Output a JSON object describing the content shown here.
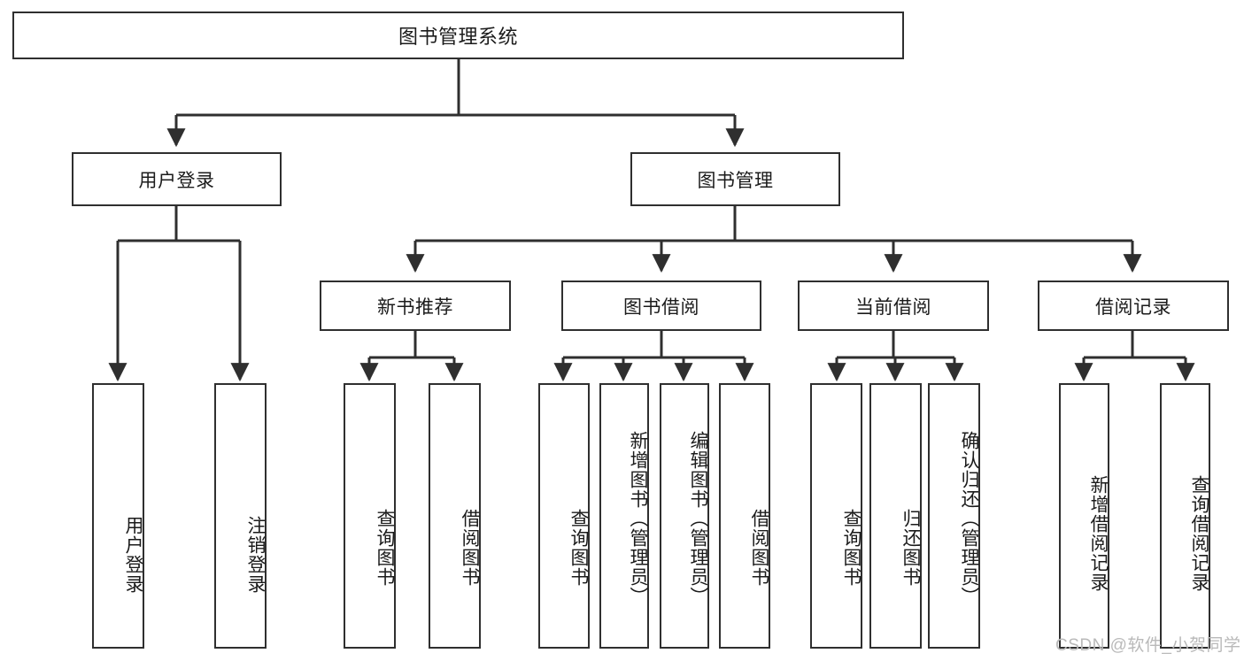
{
  "diagram": {
    "type": "tree-hierarchy-chart",
    "title": "图书管理系统",
    "line_color": "#2f2f2f",
    "box_fill": "#ffffff",
    "text_color": "#1b1b1b"
  },
  "root": {
    "label": "图书管理系统"
  },
  "level2": [
    {
      "label": "用户登录"
    },
    {
      "label": "图书管理"
    }
  ],
  "level3": [
    {
      "label": "新书推荐"
    },
    {
      "label": "图书借阅"
    },
    {
      "label": "当前借阅"
    },
    {
      "label": "借阅记录"
    }
  ],
  "leaves": {
    "user_login": [
      {
        "label": "用户登录"
      },
      {
        "label": "注销登录"
      }
    ],
    "new_book": [
      {
        "label": "查询图书"
      },
      {
        "label": "借阅图书"
      }
    ],
    "book_borrow": [
      {
        "label": "查询图书"
      },
      {
        "label": "新增图书（管理员）"
      },
      {
        "label": "编辑图书（管理员）"
      },
      {
        "label": "借阅图书"
      }
    ],
    "current_borrow": [
      {
        "label": "查询图书"
      },
      {
        "label": "归还图书"
      },
      {
        "label": "确认归还（管理员）"
      }
    ],
    "borrow_record": [
      {
        "label": "新增借阅记录"
      },
      {
        "label": "查询借阅记录"
      }
    ]
  },
  "watermark": {
    "text": "CSDN @软件_小贺同学"
  }
}
